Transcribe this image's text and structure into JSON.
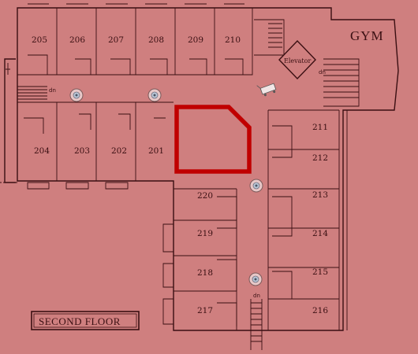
{
  "floor_label": "SECOND FLOOR",
  "gym_label": "GYM",
  "elevator_label": "Elevator",
  "stair_dn_label": "dn",
  "colors": {
    "background": "#cf7f7f",
    "lines": "#3a0f12",
    "highlight": "#c00000"
  },
  "rooms": {
    "r205": "205",
    "r206": "206",
    "r207": "207",
    "r208": "208",
    "r209": "209",
    "r210": "210",
    "r204": "204",
    "r203": "203",
    "r202": "202",
    "r201": "201",
    "r211": "211",
    "r212": "212",
    "r213": "213",
    "r214": "214",
    "r215": "215",
    "r216": "216",
    "r217": "217",
    "r218": "218",
    "r219": "219",
    "r220": "220"
  },
  "icons": {
    "camera": "camera-icon",
    "cart": "luggage-cart-icon"
  }
}
